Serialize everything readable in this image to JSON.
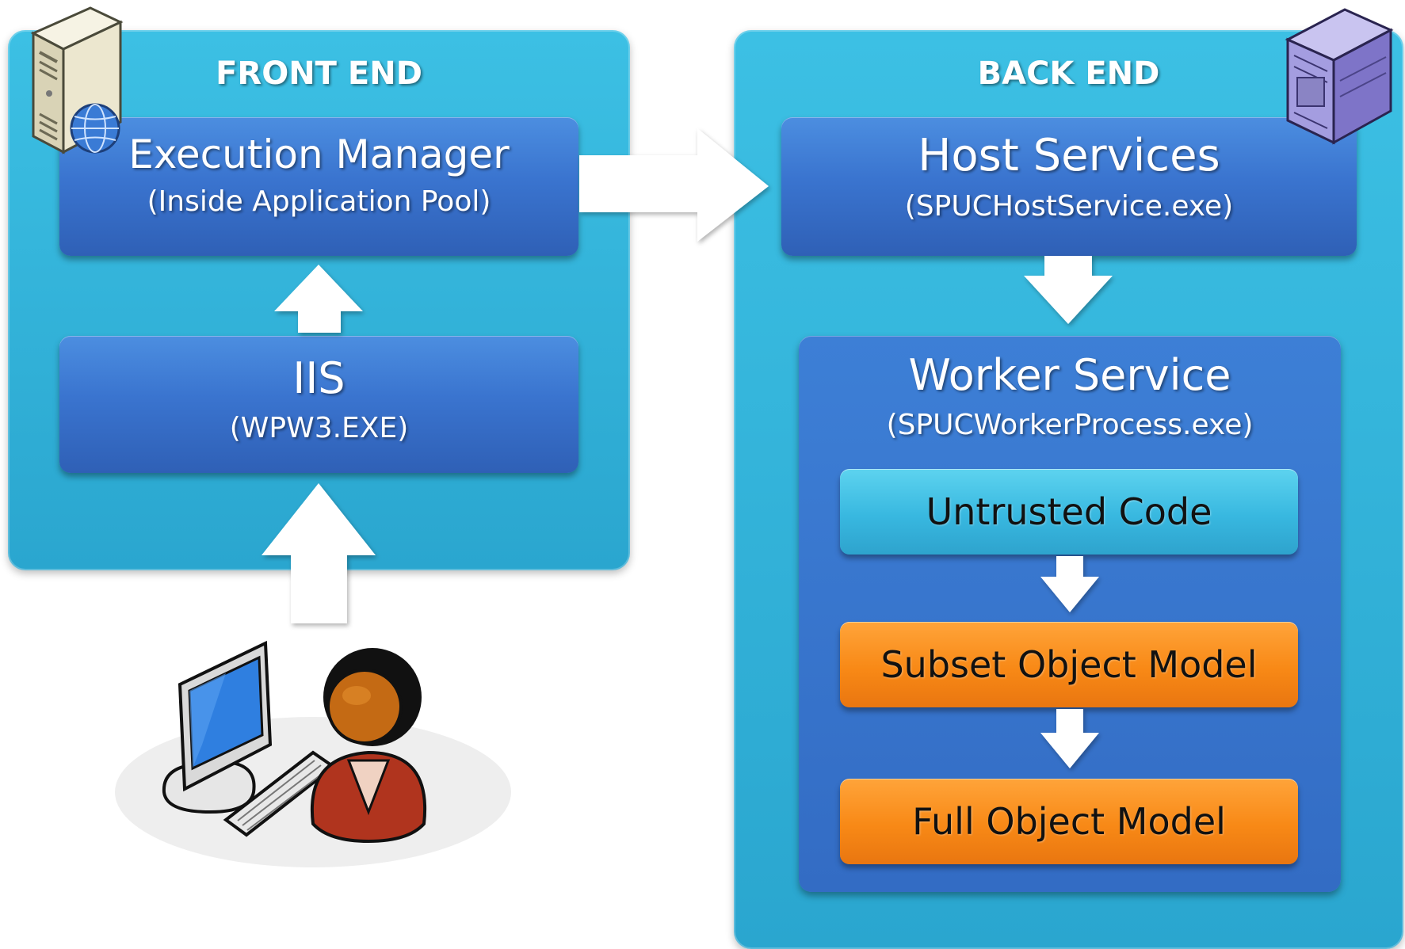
{
  "front_end": {
    "title": "FRONT END",
    "execution_manager": {
      "title": "Execution Manager",
      "subtitle": "(Inside Application Pool)"
    },
    "iis": {
      "title": "IIS",
      "subtitle": "(WPW3.EXE)"
    }
  },
  "back_end": {
    "title": "BACK END",
    "host_services": {
      "title": "Host Services",
      "subtitle": "(SPUCHostService.exe)"
    },
    "worker_service": {
      "title": "Worker Service",
      "subtitle": "(SPUCWorkerProcess.exe)",
      "untrusted_code": "Untrusted Code",
      "subset_object_model": "Subset Object Model",
      "full_object_model": "Full Object Model"
    }
  },
  "icons": [
    "web-server-icon",
    "mainframe-server-icon",
    "user-computer-icon"
  ],
  "colors": {
    "panel": "#32b4db",
    "box_blue": "#3a74cf",
    "box_cyan": "#38b8e0",
    "box_orange": "#f88916",
    "arrow": "#ffffff"
  }
}
